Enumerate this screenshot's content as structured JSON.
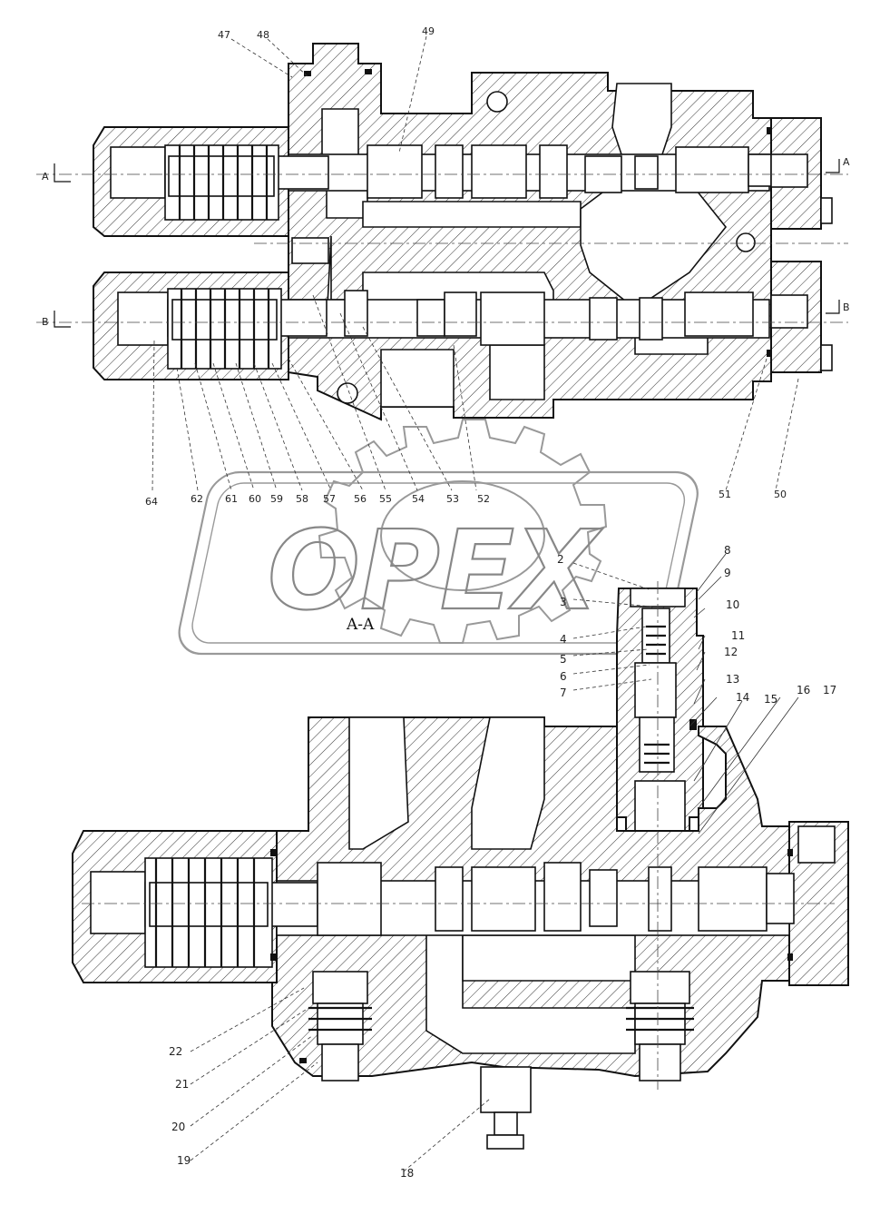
{
  "watermark": {
    "text": "OPEX"
  },
  "section_label": "A-A",
  "upper_view": {
    "side_marks": {
      "left_top": "A",
      "left_bottom": "B",
      "right_top": "A",
      "right_bottom": "B"
    },
    "callouts": [
      "47",
      "48",
      "49",
      "50",
      "51",
      "52",
      "53",
      "54",
      "55",
      "56",
      "57",
      "58",
      "59",
      "60",
      "61",
      "62",
      "64"
    ]
  },
  "lower_view": {
    "callouts": [
      "2",
      "3",
      "4",
      "5",
      "6",
      "7",
      "8",
      "9",
      "10",
      "11",
      "12",
      "13",
      "14",
      "15",
      "16",
      "17",
      "18",
      "19",
      "20",
      "21",
      "22"
    ]
  }
}
